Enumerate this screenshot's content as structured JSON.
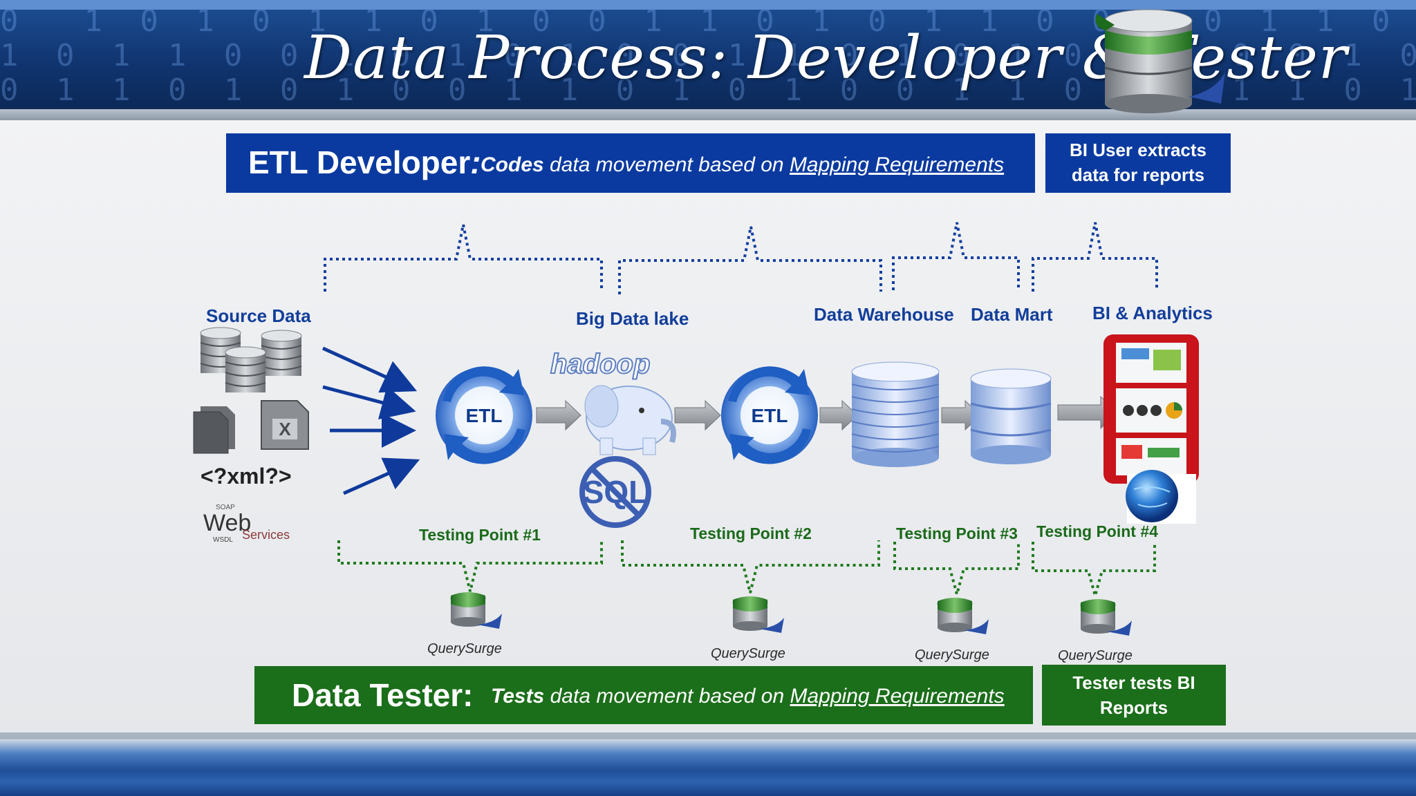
{
  "title": "Data Process: Developer & Tester",
  "developer": {
    "lead": "ETL Developer",
    "colon": ":",
    "verb": "Codes",
    "middle": "data movement based on",
    "link": "Mapping Requirements"
  },
  "bi_user": {
    "line1": "BI User extracts",
    "line2": "data for reports"
  },
  "tester": {
    "lead": "Data Tester:",
    "verb": "Tests",
    "middle": "data movement based on",
    "link": "Mapping Requirements"
  },
  "tester_box": {
    "line1": "Tester tests BI",
    "line2": "Reports"
  },
  "stages": {
    "source": "Source Data",
    "lake": "Big Data lake",
    "warehouse": "Data Warehouse",
    "mart": "Data Mart",
    "bi": "BI & Analytics"
  },
  "icons": {
    "etl1": "ETL",
    "etl2": "ETL",
    "hadoop": "hadoop",
    "sql": "SQL",
    "xml": "<?xml?>",
    "web": "Web",
    "services": "Services",
    "soap": "SOAP",
    "wsdl": "WSDL"
  },
  "testing_points": [
    "Testing Point #1",
    "Testing Point #2",
    "Testing Point #3",
    "Testing Point #4"
  ],
  "querysurge": [
    "QuerySurge",
    "QuerySurge",
    "QuerySurge",
    "QuerySurge"
  ],
  "colors": {
    "developer_blue": "#0a3aa0",
    "tester_green": "#1b6e1a",
    "banner_navy": "#10346f"
  }
}
